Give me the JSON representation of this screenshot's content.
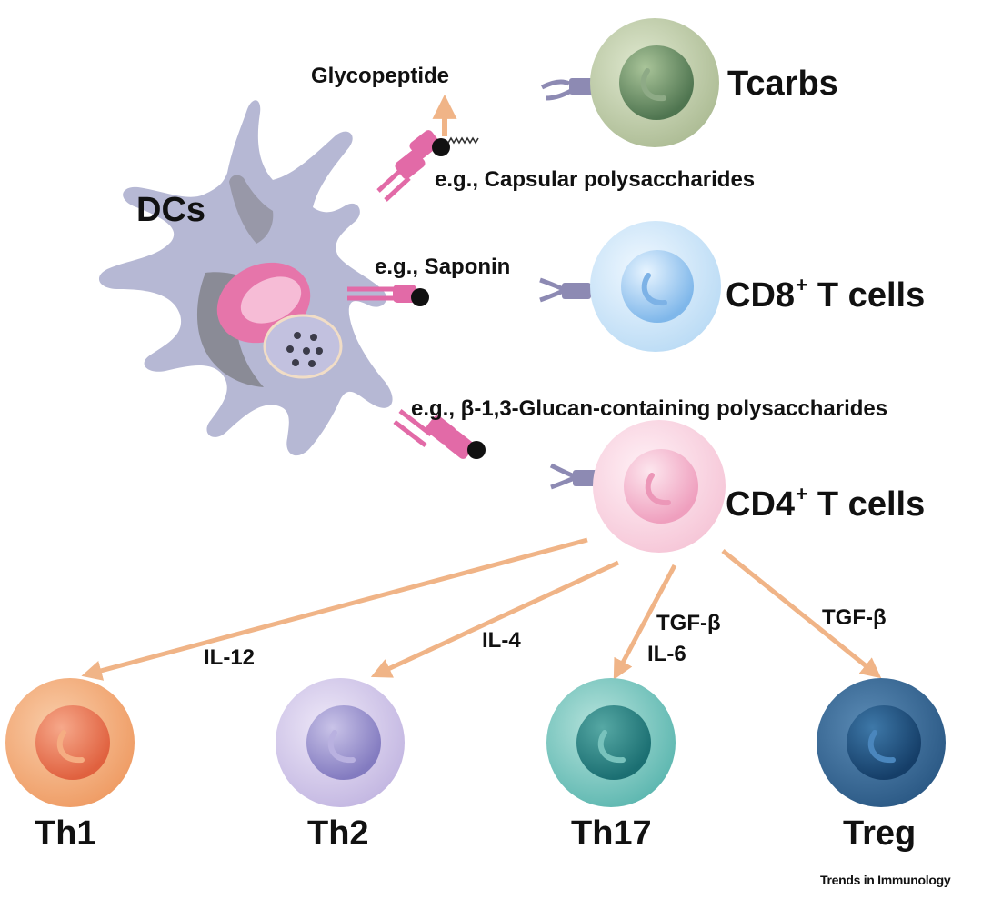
{
  "labels": {
    "dcs": "DCs",
    "glycopeptide": "Glycopeptide",
    "capsular": "e.g., Capsular polysaccharides",
    "saponin": "e.g., Saponin",
    "glucan": "e.g., β-1,3-Glucan-containing polysaccharides",
    "tcarbs": "Tcarbs",
    "cd8_main": "CD8",
    "cd8_sup": "+",
    "cd8_rest": " T cells",
    "cd4_main": "CD4",
    "cd4_sup": "+",
    "cd4_rest": " T cells",
    "il12": "IL-12",
    "il4": "IL-4",
    "tgfb_th17": "TGF-β",
    "il6": "IL-6",
    "tgfb_treg": "TGF-β",
    "th1": "Th1",
    "th2": "Th2",
    "th17": "Th17",
    "treg": "Treg",
    "brand": "Trends in Immunology"
  },
  "colors": {
    "arrow": "#f0b487",
    "receptor": "#e26aa7",
    "dc_body": "#b6b8d4",
    "dc_shadow": "#85868f",
    "tcarbs": "#b9c7a4",
    "cd8": "#c6e3f9",
    "cd4": "#f9cfe0",
    "th1": "#f2a574",
    "th2": "#cdc2e6",
    "th17": "#74c5bf",
    "treg": "#3a6a94"
  }
}
